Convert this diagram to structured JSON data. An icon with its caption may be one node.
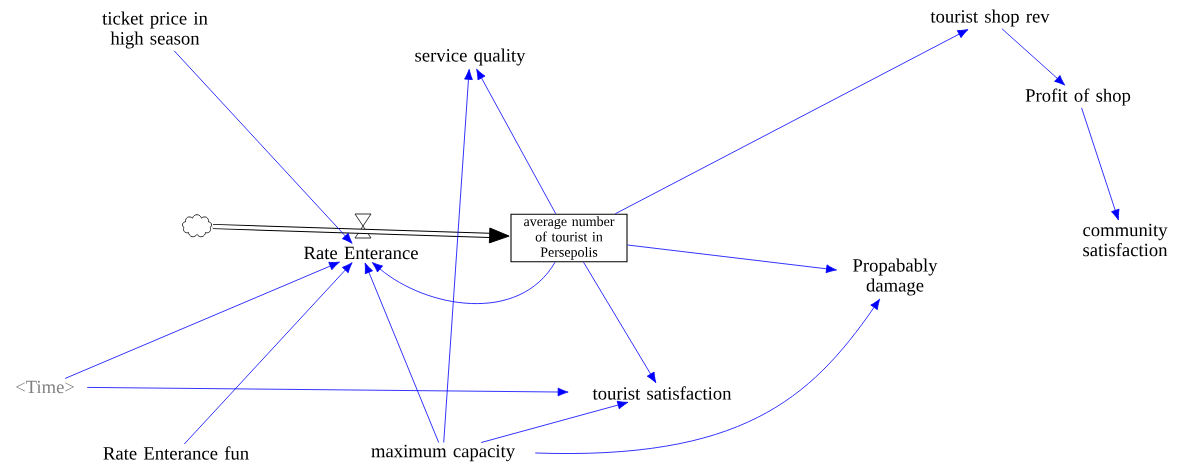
{
  "diagram": {
    "nodes": [
      {
        "text": [
          "ticket price in high season"
        ]
      },
      {
        "text": [
          "service quality"
        ]
      },
      {
        "text": [
          "tourist shop rev"
        ]
      },
      {
        "text": [
          "Profit of shop"
        ]
      },
      {
        "text": [],
        "shape": "cloud"
      },
      {
        "text": [
          "Rate Enterance"
        ]
      },
      {
        "text": [
          "average number of tourist in Persepolis"
        ]
      },
      {
        "text": [
          "community satisfaction"
        ]
      },
      {
        "text": [
          "Propabably damage"
        ]
      },
      {
        "text": [
          "<Time>"
        ]
      },
      {
        "text": [
          "tourist satisfaction"
        ]
      },
      {
        "text": [
          "Rate Enterance fun"
        ]
      },
      {
        "text": [
          "maximum capacity"
        ]
      }
    ],
    "edges": [
      {
        "from": 4,
        "to": 6,
        "arrow": "to",
        "style": "thick",
        "color": "#000000"
      },
      {
        "from": 0,
        "to": 5,
        "arrow": "to"
      },
      {
        "from": 6,
        "to": 1,
        "arrow": "to"
      },
      {
        "from": 6,
        "to": 2,
        "arrow": "to"
      },
      {
        "from": 2,
        "to": 3,
        "arrow": "to"
      },
      {
        "from": 3,
        "to": 7,
        "arrow": "to"
      },
      {
        "from": 6,
        "to": 8,
        "arrow": "to"
      },
      {
        "from": 6,
        "to": 10,
        "arrow": "to"
      },
      {
        "from": 6,
        "to": 5,
        "arrow": "to"
      },
      {
        "from": 9,
        "to": 5,
        "arrow": "to"
      },
      {
        "from": 9,
        "to": 10,
        "arrow": "to"
      },
      {
        "from": 11,
        "to": 5,
        "arrow": "to"
      },
      {
        "from": 12,
        "to": 5,
        "arrow": "to"
      },
      {
        "from": 12,
        "to": 1,
        "arrow": "to"
      },
      {
        "from": 12,
        "to": 10,
        "arrow": "to"
      },
      {
        "from": 12,
        "to": 8,
        "arrow": "to"
      }
    ]
  }
}
